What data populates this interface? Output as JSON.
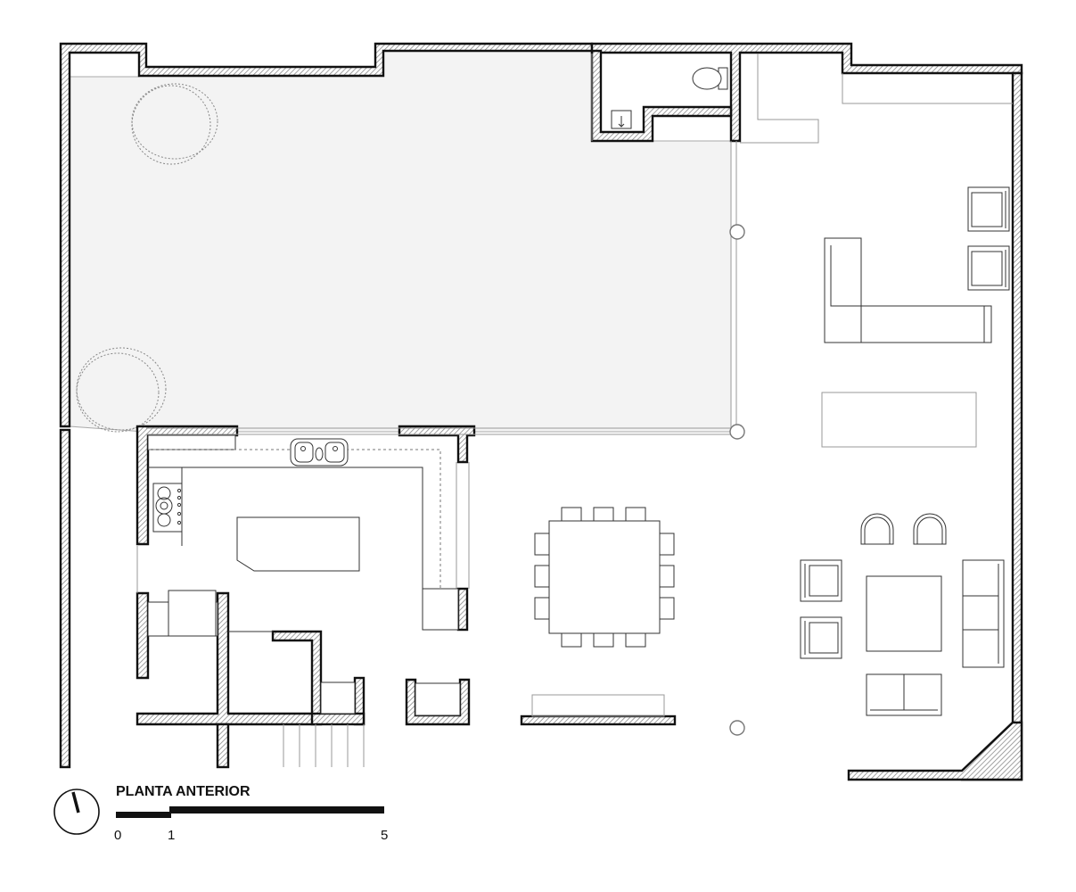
{
  "drawing": {
    "title": "PLANTA ANTERIOR",
    "scale_bar": {
      "labels": [
        "0",
        "1",
        "5"
      ]
    }
  },
  "colors": {
    "wall_outline": "#111111",
    "hatch": "#8a8a8a",
    "terrace_fill": "#f3f3f3",
    "line": "#333333",
    "background": "#ffffff"
  },
  "icons": [
    "north-arrow-icon",
    "stove-icon",
    "double-sink-icon",
    "toilet-icon",
    "washbasin-icon"
  ]
}
